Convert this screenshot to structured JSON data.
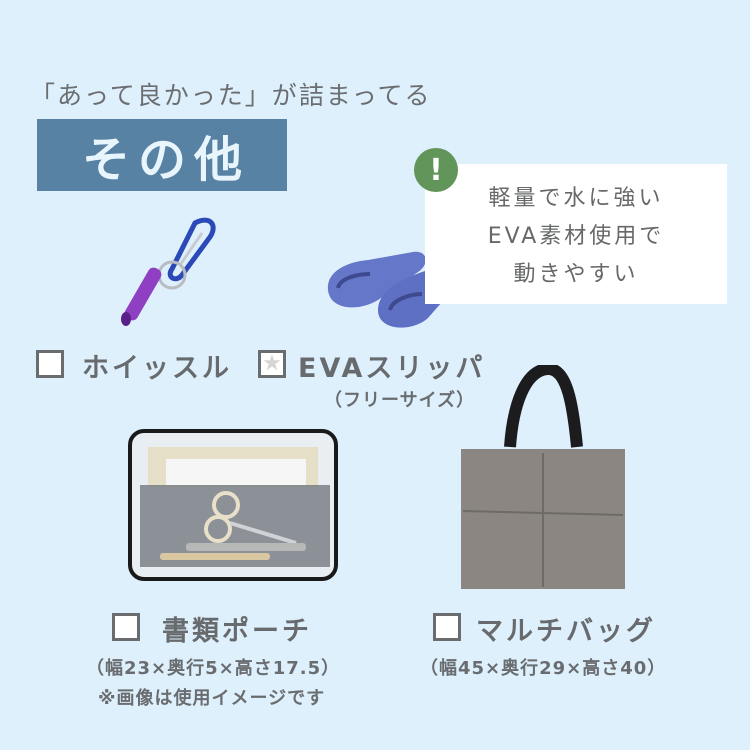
{
  "header": {
    "tagline": "「あって良かった」が詰まってる",
    "title": "その他"
  },
  "callout": {
    "badge_icon": "exclamation-icon",
    "badge_glyph": "!",
    "lines": [
      "軽量で水に強い",
      "EVA素材使用で",
      "動きやすい"
    ]
  },
  "items": [
    {
      "label": "ホイッスル",
      "checked": false,
      "image": "whistle-with-carabiner"
    },
    {
      "label": "EVAスリッパ",
      "sub": "（フリーサイズ）",
      "marker": "star",
      "star_glyph": "★",
      "image": "blue-eva-slippers"
    },
    {
      "label": "書類ポーチ",
      "sub": "（幅23×奥行5×高さ17.5）",
      "note": "※画像は使用イメージです",
      "checked": false,
      "image": "clear-document-pouch"
    },
    {
      "label": "マルチバッグ",
      "sub": "（幅45×奥行29×高さ40）",
      "checked": false,
      "image": "gray-tote-bag"
    }
  ],
  "colors": {
    "background": "#dff0fd",
    "title_box": "#5882a3",
    "badge": "#62955a",
    "text": "#6a6d70"
  }
}
